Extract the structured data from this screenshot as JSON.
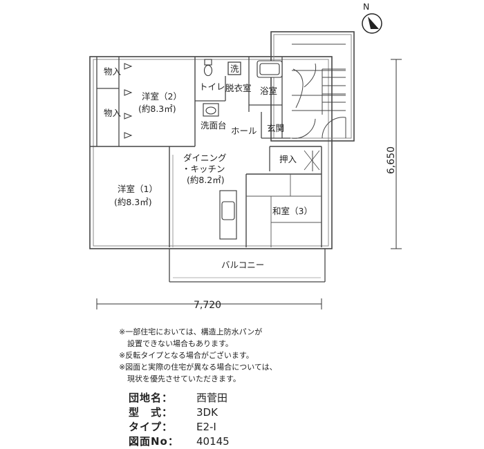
{
  "compass": {
    "letter": "N"
  },
  "rooms": {
    "closet_top": "物入",
    "closet_mid": "物入",
    "western2": "洋室（2）",
    "western2_size": "(約8.3㎡)",
    "western1": "洋室（1）",
    "western1_size": "(約8.3㎡)",
    "toilet": "トイレ",
    "washer": "洗",
    "dressing": "脱衣室",
    "bath": "浴室",
    "washbasin": "洗面台",
    "hall": "ホール",
    "entrance": "玄関",
    "dining1": "ダイニング",
    "dining2": "・キッチン",
    "dining_size": "(約8.2㎡)",
    "oshiire": "押入",
    "japanese": "和室（3）",
    "balcony": "バルコニー"
  },
  "dimensions": {
    "width": "7,720",
    "height": "6,650"
  },
  "notes": [
    "※一部住宅においては、構造上防水パンが",
    "設置できない場合もあります。",
    "※反転タイプとなる場合がございます。",
    "※図面と実際の住宅が異なる場合については、",
    "現状を優先させていただきます。"
  ],
  "info": {
    "estate_label": "団地名：",
    "estate_value": "西菅田",
    "type_label": "型　式：",
    "type_value": "3DK",
    "subtype_label": "タイプ：",
    "subtype_value": "E2-I",
    "drawing_label": "図面No：",
    "drawing_value": "40145"
  }
}
